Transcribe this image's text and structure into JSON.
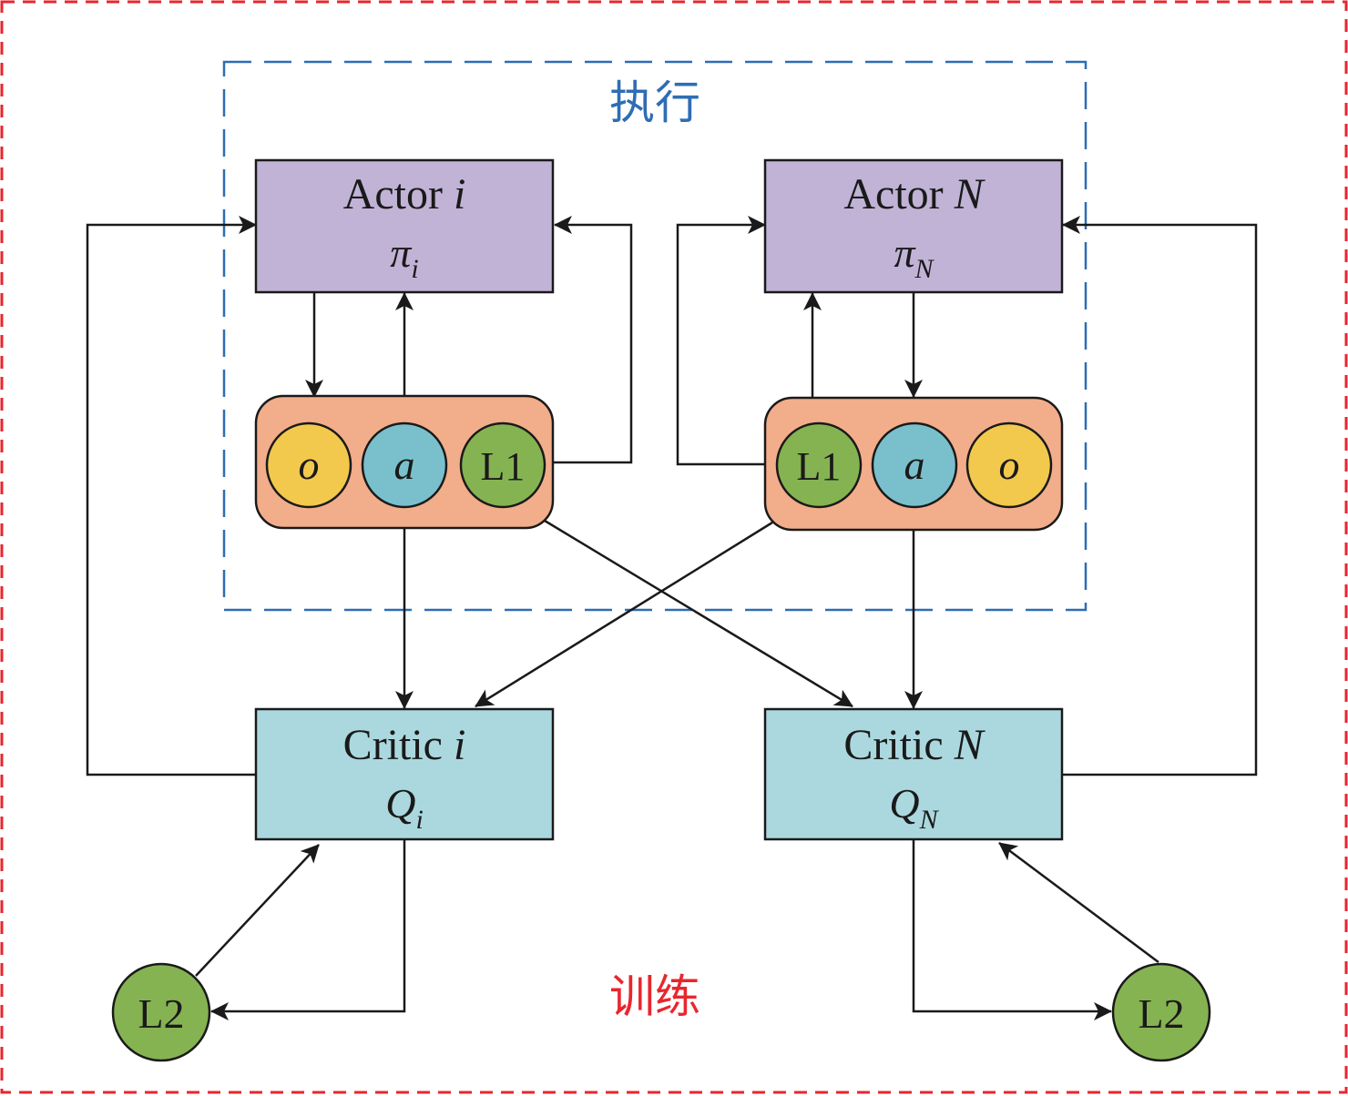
{
  "regions": {
    "training_label": "训练",
    "execution_label": "执行"
  },
  "actors": {
    "i": {
      "name": "Actor",
      "index": "i",
      "policy": "π",
      "policy_sub": "i"
    },
    "n": {
      "name": "Actor",
      "index": "N",
      "policy": "π",
      "policy_sub": "N"
    }
  },
  "critics": {
    "i": {
      "name": "Critic",
      "index": "i",
      "q": "Q",
      "q_sub": "i"
    },
    "n": {
      "name": "Critic",
      "index": "N",
      "q": "Q",
      "q_sub": "N"
    }
  },
  "groups": {
    "i": {
      "o": "o",
      "a": "a",
      "l1": "L1"
    },
    "n": {
      "l1": "L1",
      "a": "a",
      "o": "o"
    }
  },
  "losses": {
    "i": "L2",
    "n": "L2"
  },
  "colors": {
    "outer_border": "#e8262e",
    "inner_border": "#2e6db4",
    "training_text": "#e8262e",
    "execution_text": "#2e6db4",
    "actor_fill": "#c1b3d6",
    "critic_fill": "#abd8df",
    "group_fill": "#f2ad8a",
    "obs_fill": "#f2c94c",
    "action_fill": "#7ac0cc",
    "loss_fill": "#86b352",
    "line": "#1a1a1a"
  }
}
